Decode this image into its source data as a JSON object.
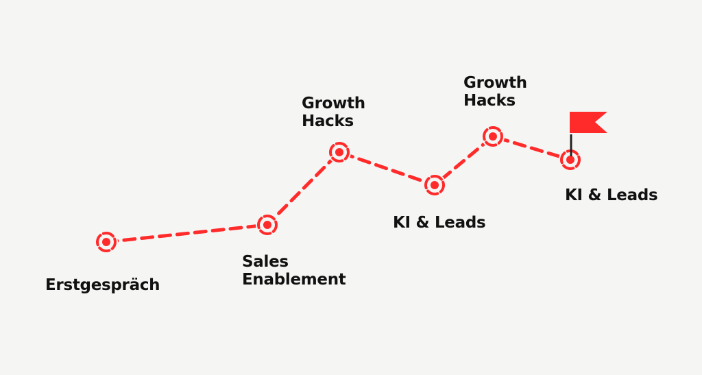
{
  "colors": {
    "accent": "#ff2b2b",
    "text": "#111111",
    "background": "#f5f5f3",
    "pole": "#222222"
  },
  "milestones": [
    {
      "label_lines": [
        "Erstgespräch"
      ]
    },
    {
      "label_lines": [
        "Sales",
        "Enablement"
      ]
    },
    {
      "label_lines": [
        "Growth",
        "Hacks"
      ]
    },
    {
      "label_lines": [
        "KI & Leads"
      ]
    },
    {
      "label_lines": [
        "Growth",
        "Hacks"
      ]
    },
    {
      "label_lines": [
        "KI & Leads"
      ]
    }
  ],
  "goal_icon": "flag-icon"
}
